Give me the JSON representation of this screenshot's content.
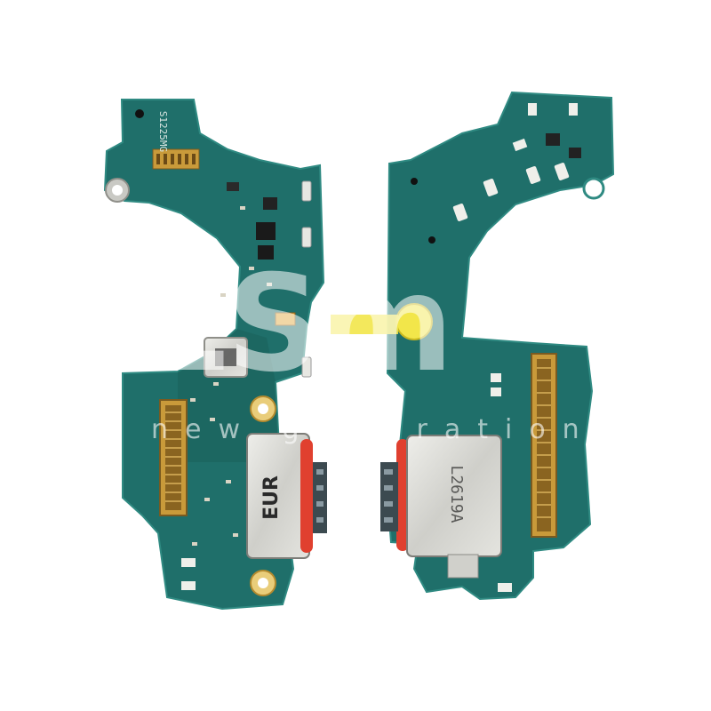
{
  "image": {
    "subject": "charging-port-board-pair",
    "colors": {
      "background": "#ffffff",
      "pcb": "#1f6f6a",
      "pcb_dark": "#17584f",
      "pcb_edge": "#2f8a82",
      "gold": "#c99a3a",
      "steel": "#d7d7d2",
      "red_gasket": "#e0402f",
      "sticker": "#f2e64a"
    }
  },
  "left_board": {
    "silk_top": "S1225MG",
    "port_text": "EUR"
  },
  "right_board": {
    "port_text": "L2619A"
  },
  "watermark": {
    "logo": "ESm",
    "tagline": "new generation"
  }
}
